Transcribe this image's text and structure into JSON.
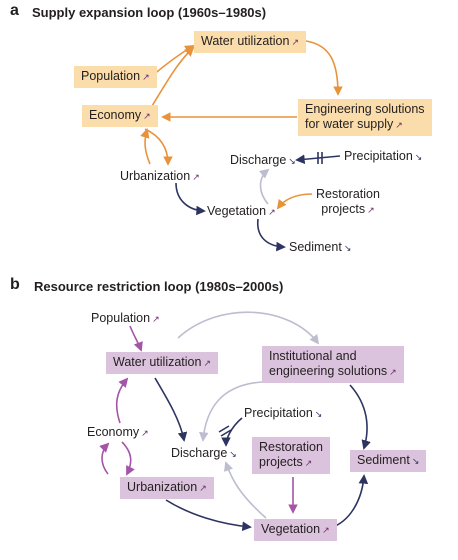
{
  "panel_a": {
    "letter": "a",
    "title": "Supply expansion loop (1960s–1980s)",
    "nodes": {
      "water_utilization": {
        "label": "Water utilization",
        "trend": "↗"
      },
      "population": {
        "label": "Population",
        "trend": "↗"
      },
      "economy": {
        "label": "Economy",
        "trend": "↗"
      },
      "engineering_line1": "Engineering solutions",
      "engineering_line2": {
        "label": "for water supply",
        "trend": "↗"
      },
      "discharge": {
        "label": "Discharge",
        "trend": "↘"
      },
      "precipitation": {
        "label": "Precipitation",
        "trend": "↘"
      },
      "urbanization": {
        "label": "Urbanization",
        "trend": "↗"
      },
      "restoration_line1": "Restoration",
      "restoration_line2": {
        "label": "projects",
        "trend": "↗"
      },
      "vegetation": {
        "label": "Vegetation",
        "trend": "↗"
      },
      "sediment": {
        "label": "Sediment",
        "trend": "↘"
      }
    }
  },
  "panel_b": {
    "letter": "b",
    "title": "Resource restriction loop (1980s–2000s)",
    "nodes": {
      "population": {
        "label": "Population",
        "trend": "↗"
      },
      "water_utilization": {
        "label": "Water utilization",
        "trend": "↗"
      },
      "institutional_line1": "Institutional and",
      "institutional_line2": {
        "label": "engineering solutions",
        "trend": "↗"
      },
      "precipitation": {
        "label": "Precipitation",
        "trend": "↘"
      },
      "economy": {
        "label": "Economy",
        "trend": "↗"
      },
      "discharge": {
        "label": "Discharge",
        "trend": "↘"
      },
      "restoration_line1": "Restoration",
      "restoration_line2": {
        "label": "projects",
        "trend": "↗"
      },
      "sediment": {
        "label": "Sediment",
        "trend": "↘"
      },
      "urbanization": {
        "label": "Urbanization",
        "trend": "↗"
      },
      "vegetation": {
        "label": "Vegetation",
        "trend": "↗"
      }
    }
  },
  "colors": {
    "orange_arrow": "#e8933a",
    "purple_arrow": "#a455a8",
    "navy_arrow": "#2d3461",
    "gray_arrow": "#bdbdd0",
    "orange_box": "#fbdcab",
    "purple_box": "#dcc3dd"
  }
}
